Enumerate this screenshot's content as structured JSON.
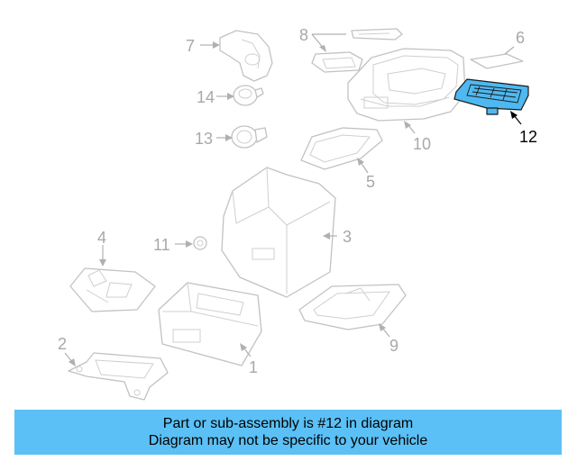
{
  "callouts": {
    "c1": "1",
    "c2": "2",
    "c3": "3",
    "c4": "4",
    "c5": "5",
    "c6": "6",
    "c7": "7",
    "c8": "8",
    "c9": "9",
    "c10": "10",
    "c11": "11",
    "c12": "12",
    "c13": "13",
    "c14": "14"
  },
  "highlighted_part": "12",
  "colors": {
    "highlight": "#4fb8f0",
    "banner": "#5bc0f5",
    "inactive_line": "#c2c2c2"
  },
  "banner": {
    "line1": "Part or sub-assembly is #12 in diagram",
    "line2": "Diagram may not be specific to your vehicle"
  }
}
